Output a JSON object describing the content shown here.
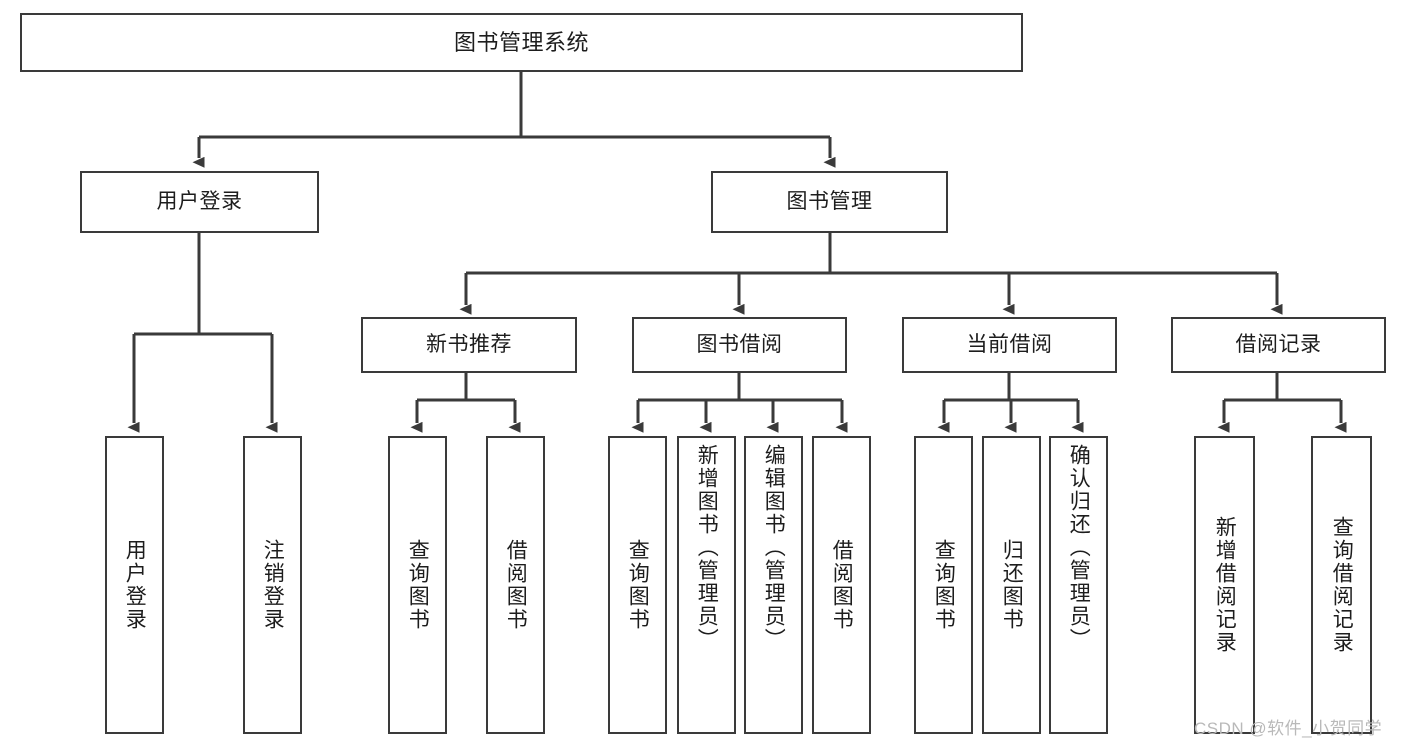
{
  "diagram": {
    "type": "tree",
    "title": "图书管理系统",
    "watermark": "CSDN @软件_小贺同学",
    "colors": {
      "background": "#ffffff",
      "node_border": "#3a3a3a",
      "node_fill": "#ffffff",
      "edge": "#3a3a3a",
      "text": "#1d1d1d",
      "watermark": "#b9b9b9"
    },
    "nodes": {
      "root": {
        "label": "图书管理系统"
      },
      "level1": [
        {
          "id": "user_login",
          "label": "用户登录"
        },
        {
          "id": "book_manage",
          "label": "图书管理"
        }
      ],
      "level2": [
        {
          "id": "new_book_rec",
          "label": "新书推荐"
        },
        {
          "id": "book_borrow",
          "label": "图书借阅"
        },
        {
          "id": "current_borrow",
          "label": "当前借阅"
        },
        {
          "id": "borrow_record",
          "label": "借阅记录"
        }
      ],
      "leaves": {
        "user_login": [
          {
            "id": "leaf_user_login",
            "label": "用户登录",
            "align": "center"
          },
          {
            "id": "leaf_logout",
            "label": "注销登录",
            "align": "center"
          }
        ],
        "new_book_rec": [
          {
            "id": "leaf_query_book_1",
            "label": "查询图书",
            "align": "center"
          },
          {
            "id": "leaf_borrow_book_1",
            "label": "借阅图书",
            "align": "center"
          }
        ],
        "book_borrow": [
          {
            "id": "leaf_query_book_2",
            "label": "查询图书",
            "align": "center"
          },
          {
            "id": "leaf_add_book",
            "label": "新增图书（管理员）",
            "align": "top"
          },
          {
            "id": "leaf_edit_book",
            "label": "编辑图书（管理员）",
            "align": "top"
          },
          {
            "id": "leaf_borrow_book_2",
            "label": "借阅图书",
            "align": "center"
          }
        ],
        "current_borrow": [
          {
            "id": "leaf_query_book_3",
            "label": "查询图书",
            "align": "center"
          },
          {
            "id": "leaf_return_book",
            "label": "归还图书",
            "align": "center"
          },
          {
            "id": "leaf_confirm_return",
            "label": "确认归还（管理员）",
            "align": "top"
          }
        ],
        "borrow_record": [
          {
            "id": "leaf_add_record",
            "label": "新增借阅记录",
            "align": "center"
          },
          {
            "id": "leaf_query_record",
            "label": "查询借阅记录",
            "align": "center"
          }
        ]
      }
    }
  }
}
